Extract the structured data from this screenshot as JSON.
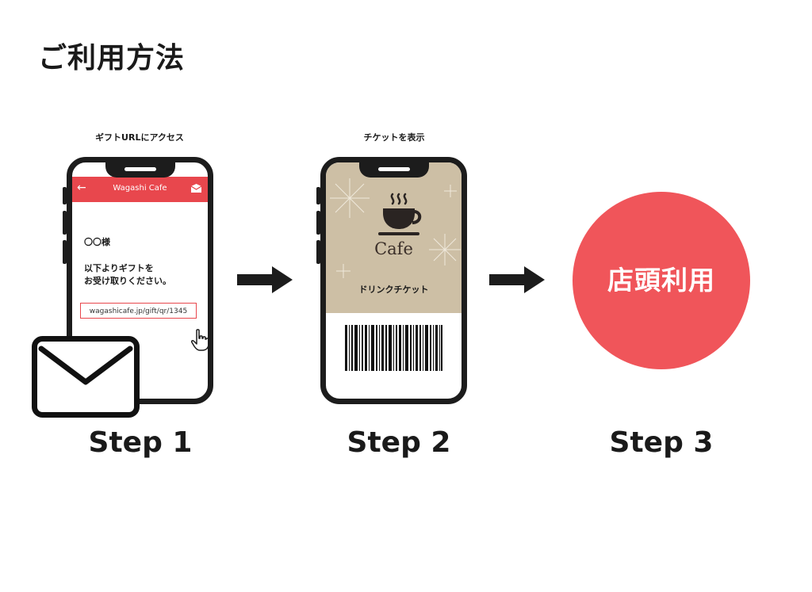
{
  "title": "ご利用方法",
  "steps": [
    {
      "caption": "ギフトURLにアクセス",
      "label": "Step 1",
      "phone": {
        "app_title": "Wagashi Cafe",
        "recipient": "〇〇様",
        "message_line1": "以下よりギフトを",
        "message_line2": "お受け取りください。",
        "url": "wagashicafe.jp/gift/qr/1345"
      }
    },
    {
      "caption": "チケットを表示",
      "label": "Step 2",
      "phone": {
        "brand": "Cafe",
        "ticket_name": "ドリンクチケット"
      }
    },
    {
      "caption": "",
      "label": "Step 3",
      "badge": "店頭利用"
    }
  ],
  "colors": {
    "accent": "#e8474d",
    "badge": "#f0555a",
    "ticket_bg": "#cdbfa5",
    "dark": "#1c1c1c"
  },
  "icons": [
    "back-arrow-icon",
    "mail-icon",
    "pointer-hand-icon",
    "coffee-cup-icon",
    "barcode-icon",
    "envelope-icon",
    "right-arrow-icon"
  ]
}
